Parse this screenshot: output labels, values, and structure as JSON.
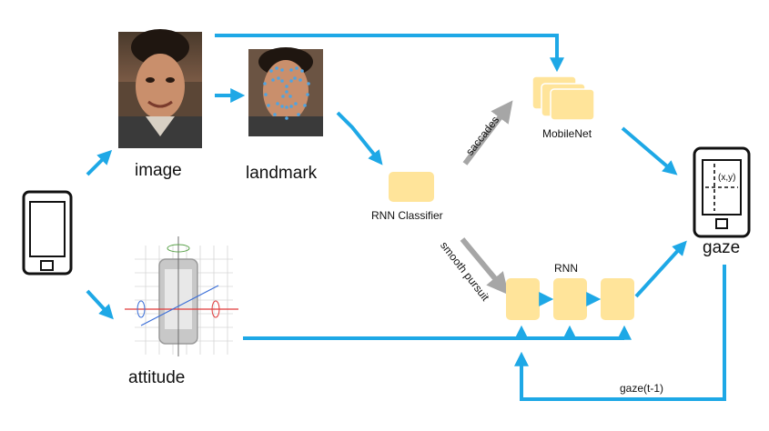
{
  "labels": {
    "image": "image",
    "landmark": "landmark",
    "attitude": "attitude",
    "rnn_classifier": "RNN Classifier",
    "mobilenet": "MobileNet",
    "rnn": "RNN",
    "gaze": "gaze",
    "gaze_prev": "gaze(t-1)",
    "saccades": "saccades",
    "smooth_pursuit": "smooth pursuit",
    "screen_coord": "(x,y)"
  },
  "colors": {
    "arrow": "#1ea8e6",
    "box": "#ffe49a",
    "gray_arrow": "#a6a6a6",
    "phone_outline": "#111111"
  }
}
